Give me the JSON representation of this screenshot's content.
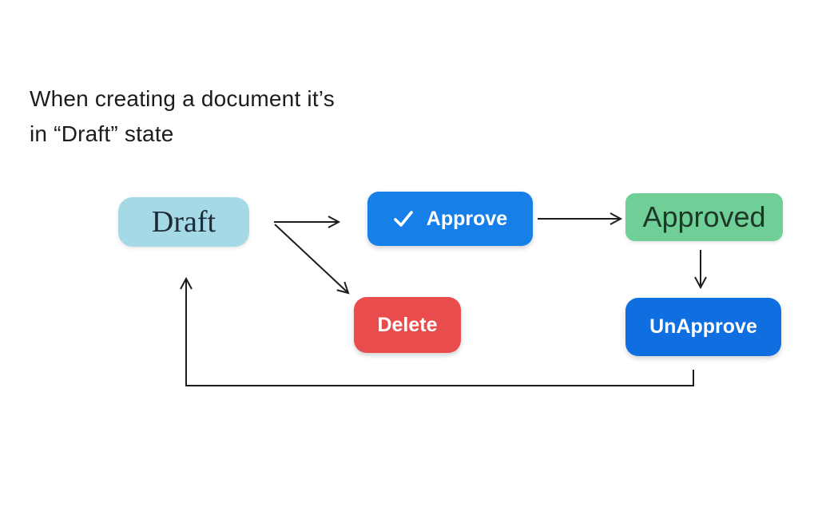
{
  "title": {
    "line1": "When creating a document it’s",
    "line2": "in “Draft” state"
  },
  "nodes": {
    "draft": {
      "label": "Draft",
      "type": "state",
      "color": "#a6d9e6",
      "text_color": "#1c2b36"
    },
    "approve": {
      "label": "Approve",
      "type": "action",
      "icon": "check-icon",
      "color": "#1780e8",
      "text_color": "#ffffff"
    },
    "approved": {
      "label": "Approved",
      "type": "state",
      "color": "#6fcf97",
      "text_color": "#1d3829"
    },
    "delete": {
      "label": "Delete",
      "type": "action",
      "color": "#e84c4c",
      "text_color": "#ffffff"
    },
    "unapprove": {
      "label": "UnApprove",
      "type": "action",
      "color": "#0f6fe0",
      "text_color": "#ffffff"
    }
  },
  "edges": [
    {
      "from": "draft",
      "to": "approve"
    },
    {
      "from": "draft",
      "to": "delete"
    },
    {
      "from": "approve",
      "to": "approved"
    },
    {
      "from": "approved",
      "to": "unapprove"
    },
    {
      "from": "unapprove",
      "to": "draft"
    }
  ],
  "arrow_color": "#1d1d1d",
  "background_color": "#ffffff"
}
